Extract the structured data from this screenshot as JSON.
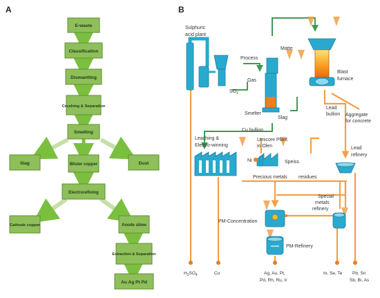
{
  "panel_a": {
    "letter": "A",
    "main_steps": [
      "E-waste",
      "Classification",
      "Dismantling",
      "Crushing & Separation",
      "Smelting",
      "Blister copper",
      "Electrorefining"
    ],
    "side_outputs": [
      "Slag",
      "Dust"
    ],
    "electro_outputs": [
      "Cathode copper",
      "Anode slime"
    ],
    "extraction": "Extraction & Separation",
    "final": "Au Ag Pt Pd"
  },
  "panel_b": {
    "letter": "B",
    "labels": {
      "sulphuric_acid_plant": "Sulphuric acid plant",
      "process": "Process",
      "matte": "Matte",
      "gas": "Gas",
      "so2": "SO2",
      "smelter": "Smelter",
      "slag": "Slag",
      "blast_furnace": "Blast furnace",
      "cu_bullion": "Cu bullion",
      "lead_bullion": "Lead bullion",
      "aggregate": "Aggregate for concrete",
      "leaching": "Leaching & Electro-winning",
      "umicore": "Umicore Plant in Olen",
      "speiss": "Speiss",
      "ni": "Ni",
      "lead_refinery": "Lead refinery",
      "precious_metals": "Precious metals",
      "residues": "residues",
      "pm_concentration": "PM-Concentration",
      "special_metals": "Special metals refinery",
      "pm_refinery": "PM-Refinery",
      "h2so4": "H2SO4",
      "cu": "Cu",
      "precious_out": "Ag, Au, Pt, Pd, Rh, Ru, Ir",
      "special_out": "In, Se, Te",
      "lead_out": "Pb, Sn Sb, Bi, As"
    }
  }
}
